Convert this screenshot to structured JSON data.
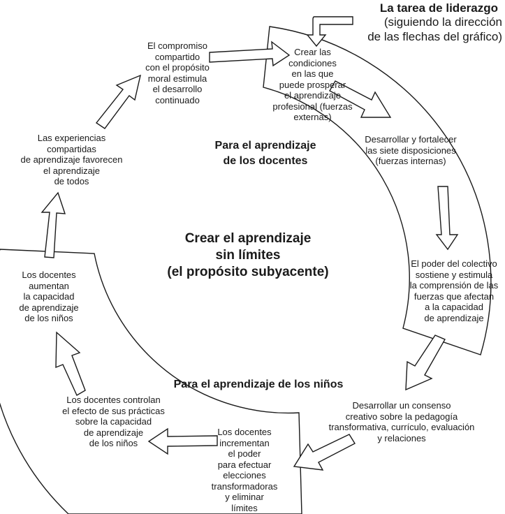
{
  "header": {
    "title": "La tarea de liderazgo",
    "subtitle": "(siguiendo la dirección\nde las flechas del gráfico)"
  },
  "center": {
    "text": "Crear el aprendizaje\nsin límites\n(el propósito subyacente)"
  },
  "sections": {
    "teachers": "Para el aprendizaje\nde los docentes",
    "children": "Para el aprendizaje de los niños"
  },
  "steps": {
    "conditions": "Crear las\ncondiciones\nen las que\npuede prosperar\nel aprendizaje\nprofesional (fuerzas\nexternas)",
    "dispositions": "Desarrollar y fortalecer\nlas siete disposiciones\n(fuerzas internas)",
    "collective": "El poder del colectivo\nsostiene y estimula\nla comprensión de las\nfuerzas que afectan\na la capacidad\nde aprendizaje",
    "consensus": "Desarrollar un consenso\ncreativo sobre la pedagogía\ntransformativa, currículo, evaluación\ny relaciones",
    "power": "Los docentes\nincrementan\nel poder\npara efectuar\nelecciones\ntransformadoras\ny eliminar\nlímites",
    "control": "Los docentes controlan\nel efecto de sus prácticas\nsobre la capacidad\nde aprendizaje\nde los niños",
    "increase": "Los docentes\naumentan\nla capacidad\nde aprendizaje\nde los niños",
    "shared_experiences": "Las experiencias\ncompartidas\nde aprendizaje favorecen\nel aprendizaje\nde todos",
    "commitment": "El compromiso\ncompartido\ncon el propósito\nmoral estimula\nel desarrollo\ncontinuado"
  }
}
